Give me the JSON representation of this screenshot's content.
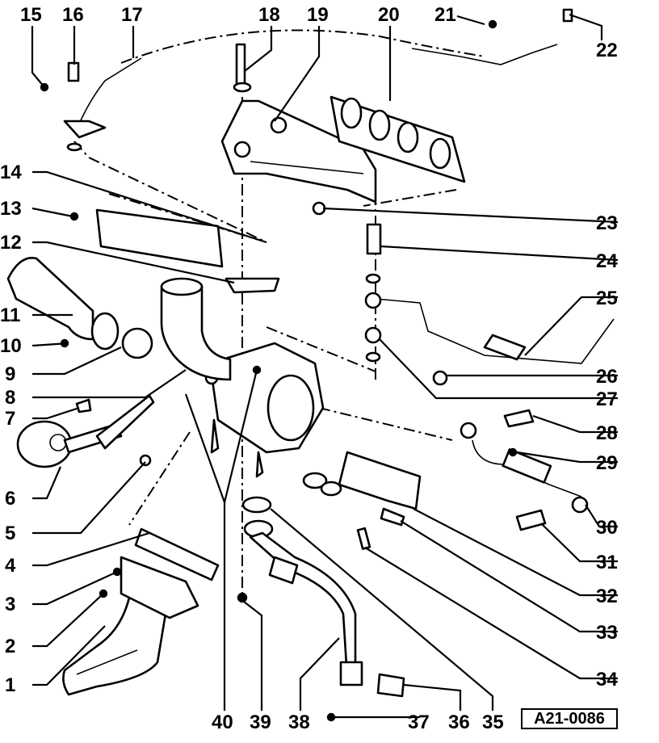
{
  "reference_code": "A21-0086",
  "callouts": {
    "c1": "1",
    "c2": "2",
    "c3": "3",
    "c4": "4",
    "c5": "5",
    "c6": "6",
    "c7": "7",
    "c8": "8",
    "c9": "9",
    "c10": "10",
    "c11": "11",
    "c12": "12",
    "c13": "13",
    "c14": "14",
    "c15": "15",
    "c16": "16",
    "c17": "17",
    "c18": "18",
    "c19": "19",
    "c20": "20",
    "c21": "21",
    "c22": "22",
    "c23": "23",
    "c24": "24",
    "c25": "25",
    "c26": "26",
    "c27": "27",
    "c28": "28",
    "c29": "29",
    "c30": "30",
    "c31": "31",
    "c32": "32",
    "c33": "33",
    "c34": "34",
    "c35": "35",
    "c36": "36",
    "c37": "37",
    "c38": "38",
    "c39": "39",
    "c40": "40"
  }
}
